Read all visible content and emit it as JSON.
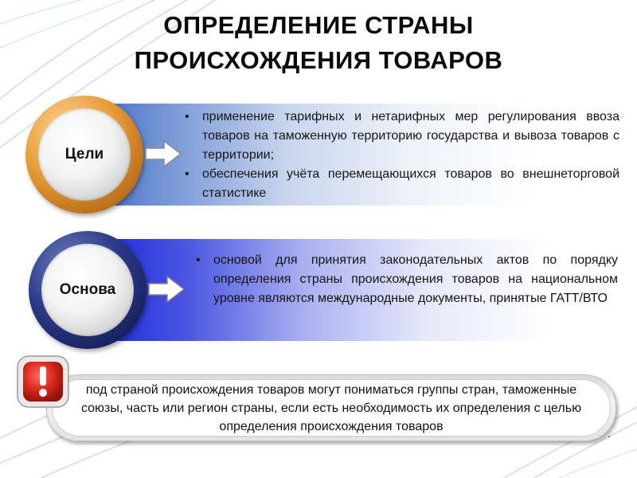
{
  "title": "ОПРЕДЕЛЕНИЕ СТРАНЫ ПРОИСХОЖДЕНИЯ ТОВАРОВ",
  "colors": {
    "goals_ring": "#d9822b",
    "basis_ring": "#1c2569",
    "goals_band": "#3a66c4",
    "basis_band": "#1423d8",
    "warning": "#d9261c"
  },
  "goals": {
    "label": "Цели",
    "bullets": [
      "применение тарифных и нетарифных мер регулирования ввоза товаров на таможенную территорию государства и вывоза товаров с территории;",
      "обеспечения учёта перемещающихся товаров во внешнеторговой статистике"
    ]
  },
  "basis": {
    "label": "Основа",
    "bullets": [
      "основой для принятия законодательных актов по порядку определения страны происхождения товаров на национальном уровне являются международные документы, принятые ГАТТ/ВТО"
    ]
  },
  "note": {
    "icon": "warning-exclamation-icon",
    "text": "под страной происхождения товаров могут пониматься группы стран, таможенные союзы, часть или регион страны, если есть необходимость их определения с целью определения происхождения товаров",
    "trailing_mark": "."
  }
}
